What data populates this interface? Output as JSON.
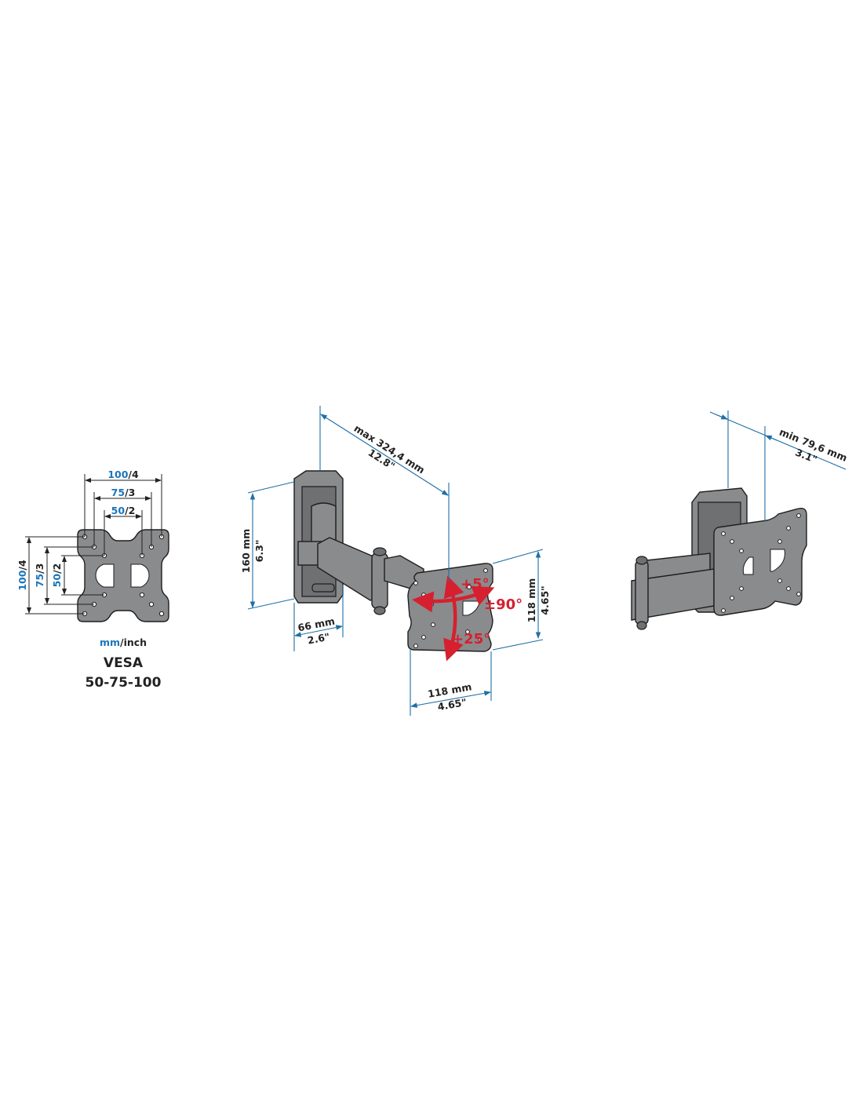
{
  "vesa": {
    "h100": "100",
    "h100_unit": "/4",
    "h75": "75",
    "h75_unit": "/3",
    "h50": "50",
    "h50_unit": "/2",
    "v100": "100",
    "v100_unit": "/4",
    "v75": "75",
    "v75_unit": "/3",
    "v50": "50",
    "v50_unit": "/2",
    "units_mm": "mm",
    "units_inch": "/inch",
    "title": "VESA",
    "sizes": "50-75-100"
  },
  "main_view": {
    "extension_mm": "max 324,4 mm",
    "extension_in": "12.8\"",
    "height_mm": "160 mm",
    "height_in": "6.3\"",
    "width_mm": "66 mm",
    "width_in": "2.6\"",
    "plate_h_mm": "118 mm",
    "plate_h_in": "4.65\"",
    "plate_w_mm": "118 mm",
    "plate_w_in": "4.65\"",
    "tilt_up": "+5°",
    "tilt_down": "+25°",
    "rotate": "±90°"
  },
  "folded_view": {
    "depth_mm": "min 79,6 mm",
    "depth_in": "3.1\""
  },
  "colors": {
    "dimension": "#1f6fa5",
    "accent_text": "#1a75bb",
    "motion": "#d6202f",
    "metal": "#8a8b8d"
  }
}
